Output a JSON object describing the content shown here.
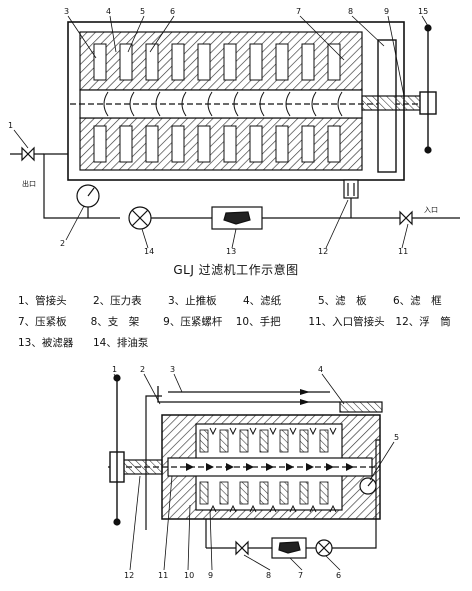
{
  "caption": "GLJ 过滤机工作示意图",
  "legend": [
    [
      "1、管接头",
      "2、压力表",
      "3、止推板",
      "4、滤纸",
      "5、滤　板",
      "6、滤　框"
    ],
    [
      "7、压紧板",
      "8、支　架",
      "9、压紧螺杆",
      "10、手把",
      "11、入口管接头",
      "12、浮　筒"
    ],
    [
      "13、被滤器",
      "14、排油泵"
    ]
  ],
  "top_diagram": {
    "labels": [
      "3",
      "4",
      "5",
      "6",
      "7",
      "8",
      "9",
      "15",
      "1",
      "2",
      "14",
      "13",
      "12",
      "11"
    ],
    "outlet_text": "出口",
    "inlet_text": "入口"
  },
  "bottom_diagram": {
    "labels": [
      "1",
      "2",
      "3",
      "4",
      "5",
      "12",
      "11",
      "10",
      "9",
      "8",
      "7",
      "6"
    ]
  }
}
